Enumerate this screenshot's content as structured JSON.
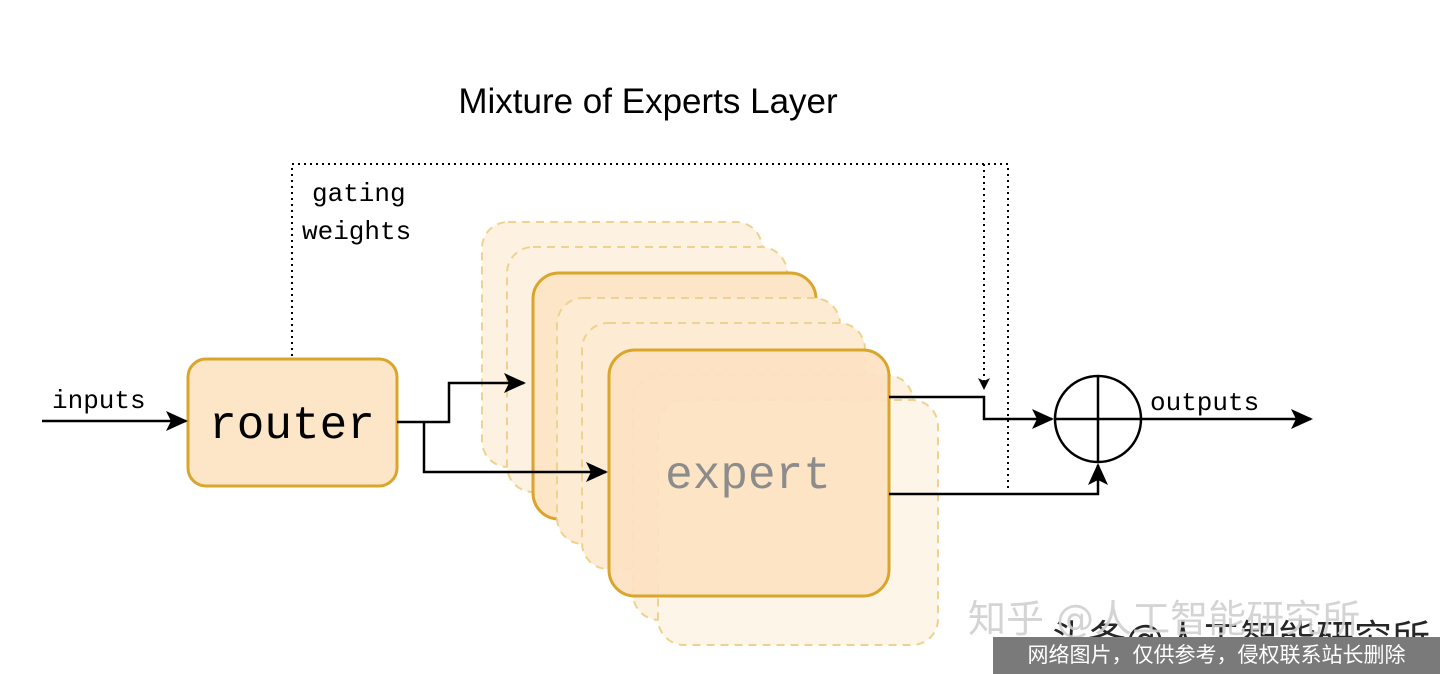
{
  "diagram": {
    "title": "Mixture of Experts Layer",
    "labels": {
      "inputs": "inputs",
      "router": "router",
      "gating_line1": "gating",
      "gating_line2": "weights",
      "expert": "expert",
      "outputs": "outputs"
    }
  },
  "colors": {
    "box_fill": "#fde5c8",
    "box_stroke": "#d9a52b",
    "ghost_fill": "#fdf2e2",
    "ghost_stroke": "#efd28f",
    "line": "#000000",
    "expert_text": "#8c8c8c"
  },
  "watermark": {
    "text": "知乎 @人工智能研究所",
    "overlap_text": "头条@人工智能研究所",
    "notice": "网络图片，仅供参考，侵权联系站长删除"
  }
}
